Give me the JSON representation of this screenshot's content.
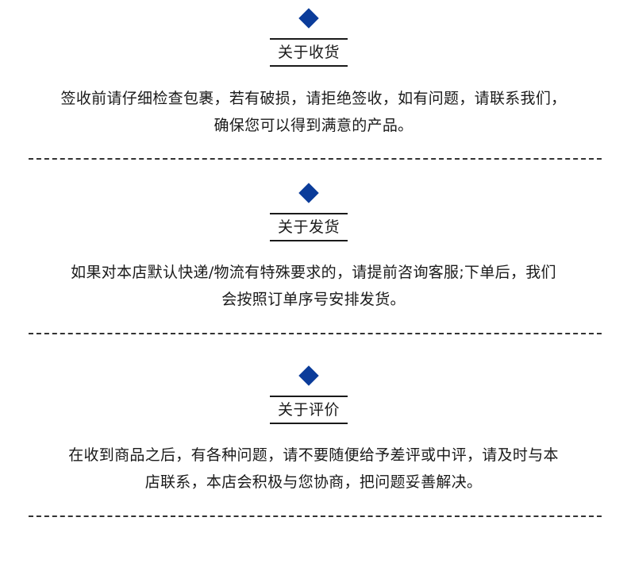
{
  "sections": [
    {
      "title": "关于收货",
      "lines": [
        "签收前请仔细检查包裹，若有破损，请拒绝签收，如有问题，请联系我们，",
        "确保您可以得到满意的产品。"
      ]
    },
    {
      "title": "关于发货",
      "lines": [
        "如果对本店默认快递/物流有特殊要求的，请提前咨询客服;下单后，我们",
        "会按照订单序号安排发货。"
      ]
    },
    {
      "title": "关于评价",
      "lines": [
        "在收到商品之后，有各种问题，请不要随便给予差评或中评，请及时与本",
        "店联系，本店会积极与您协商，把问题妥善解决。"
      ]
    }
  ],
  "colors": {
    "accent": "#0b3c9a",
    "text": "#1a1a1a",
    "divider": "#333333"
  }
}
